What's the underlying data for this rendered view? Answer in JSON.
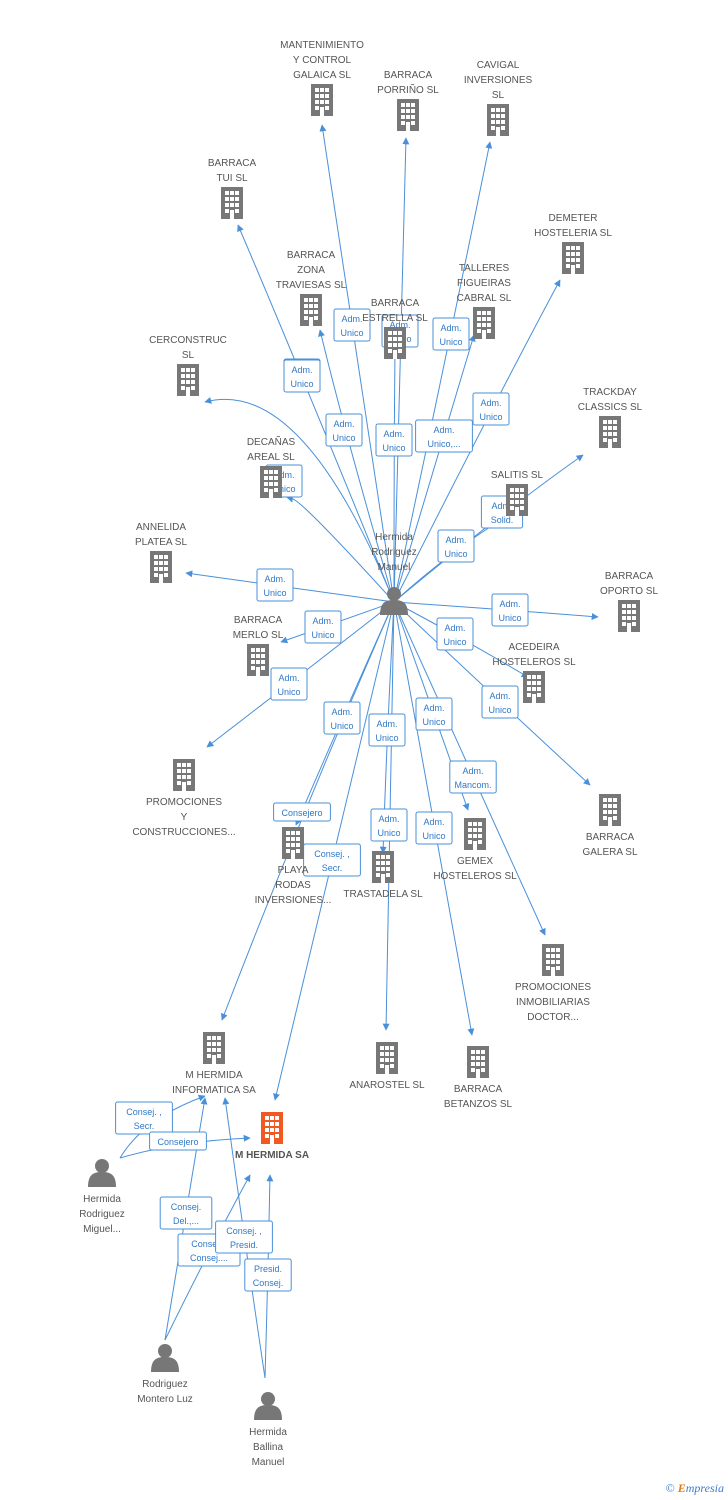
{
  "colors": {
    "edge": "#4a90d9",
    "company": "#777777",
    "highlight": "#f05a22",
    "person": "#777777"
  },
  "nodes": [
    {
      "id": "hermida_rm",
      "type": "person",
      "name": "hermida-rodriguez-manuel-node",
      "label": [
        "Hermida",
        "Rodriguez",
        "Manuel"
      ]
    },
    {
      "id": "hermida_rmig",
      "type": "person",
      "name": "hermida-rodriguez-miguel-node",
      "label": [
        "Hermida",
        "Rodriguez",
        "Miguel..."
      ]
    },
    {
      "id": "rodriguez_ml",
      "type": "person",
      "name": "rodriguez-montero-luz-node",
      "label": [
        "Rodriguez",
        "Montero Luz"
      ]
    },
    {
      "id": "hermida_bm",
      "type": "person",
      "name": "hermida-ballina-manuel-node",
      "label": [
        "Hermida",
        "Ballina",
        "Manuel"
      ]
    },
    {
      "id": "mantenimiento",
      "type": "company",
      "name": "mantenimiento-node",
      "label": [
        "MANTENIMIENTO",
        "Y CONTROL",
        "GALAICA SL"
      ]
    },
    {
      "id": "porrino",
      "type": "company",
      "name": "barraca-porrino-node",
      "label": [
        "BARRACA",
        "PORRIÑO SL"
      ]
    },
    {
      "id": "cavigal",
      "type": "company",
      "name": "cavigal-node",
      "label": [
        "CAVIGAL",
        "INVERSIONES",
        "SL"
      ]
    },
    {
      "id": "tui",
      "type": "company",
      "name": "barraca-tui-node",
      "label": [
        "BARRACA",
        "TUI SL"
      ]
    },
    {
      "id": "demeter",
      "type": "company",
      "name": "demeter-node",
      "label": [
        "DEMETER",
        "HOSTELERIA SL"
      ]
    },
    {
      "id": "zona",
      "type": "company",
      "name": "barraca-zona-node",
      "label": [
        "BARRACA",
        "ZONA",
        "TRAVIESAS SL"
      ]
    },
    {
      "id": "talleres",
      "type": "company",
      "name": "talleres-node",
      "label": [
        "TALLERES",
        "FIGUEIRAS",
        "CABRAL  SL"
      ]
    },
    {
      "id": "estrella",
      "type": "company",
      "name": "barraca-estrella-node",
      "label": [
        "BARRACA",
        "ESTRELLA SL"
      ]
    },
    {
      "id": "cerconstruc",
      "type": "company",
      "name": "cerconstruc-node",
      "label": [
        "CERCONSTRUC",
        "SL"
      ]
    },
    {
      "id": "trackday",
      "type": "company",
      "name": "trackday-node",
      "label": [
        "TRACKDAY",
        "CLASSICS SL"
      ]
    },
    {
      "id": "decanas",
      "type": "company",
      "name": "decanas-node",
      "label": [
        "DECAÑAS",
        "AREAL SL"
      ]
    },
    {
      "id": "salitis",
      "type": "company",
      "name": "salitis-node",
      "label": [
        "SALITIS  SL"
      ]
    },
    {
      "id": "annelida",
      "type": "company",
      "name": "annelida-node",
      "label": [
        "ANNELIDA",
        "PLATEA SL"
      ]
    },
    {
      "id": "oporto",
      "type": "company",
      "name": "barraca-oporto-node",
      "label": [
        "BARRACA",
        "OPORTO SL"
      ]
    },
    {
      "id": "merlo",
      "type": "company",
      "name": "barraca-merlo-node",
      "label": [
        "BARRACA",
        "MERLO SL"
      ]
    },
    {
      "id": "acedeira",
      "type": "company",
      "name": "acedeira-node",
      "label": [
        "ACEDEIRA",
        "HOSTELEROS SL"
      ]
    },
    {
      "id": "promociones_c",
      "type": "company",
      "name": "promociones-construcciones-node",
      "label": [
        "PROMOCIONES",
        "Y",
        "CONSTRUCCIONES..."
      ]
    },
    {
      "id": "galera",
      "type": "company",
      "name": "barraca-galera-node",
      "label": [
        "BARRACA",
        "GALERA SL"
      ]
    },
    {
      "id": "playa",
      "type": "company",
      "name": "playa-rodas-node",
      "label": [
        "PLAYA",
        "RODAS",
        "INVERSIONES..."
      ]
    },
    {
      "id": "trastadela",
      "type": "company",
      "name": "trastadela-node",
      "label": [
        "TRASTADELA SL"
      ]
    },
    {
      "id": "gemex",
      "type": "company",
      "name": "gemex-node",
      "label": [
        "GEMEX",
        "HOSTELEROS SL"
      ]
    },
    {
      "id": "promociones_i",
      "type": "company",
      "name": "promociones-inmobiliarias-node",
      "label": [
        "PROMOCIONES",
        "INMOBILIARIAS",
        "DOCTOR..."
      ]
    },
    {
      "id": "mhi",
      "type": "company",
      "name": "m-hermida-informatica-node",
      "label": [
        "M HERMIDA",
        "INFORMATICA SA"
      ]
    },
    {
      "id": "anarostel",
      "type": "company",
      "name": "anarostel-node",
      "label": [
        "ANAROSTEL SL"
      ]
    },
    {
      "id": "betanzos",
      "type": "company",
      "name": "barraca-betanzos-node",
      "label": [
        "BARRACA",
        "BETANZOS  SL"
      ]
    },
    {
      "id": "mhsa",
      "type": "company",
      "name": "m-hermida-sa-node",
      "highlight": true,
      "label": [
        "M HERMIDA SA"
      ]
    }
  ],
  "relations": [
    {
      "label": [
        "Adm.",
        "Unico"
      ],
      "from": "hermida_rm",
      "to": "tui"
    },
    {
      "label": [
        "Adm.",
        "Unico"
      ],
      "from": "hermida_rm",
      "to": "mantenimiento"
    },
    {
      "label": [
        "Adm.",
        "Unico"
      ],
      "from": "hermida_rm",
      "to": "porrino"
    },
    {
      "label": [
        "Adm.",
        "Unico"
      ],
      "from": "hermida_rm",
      "to": "cavigal"
    },
    {
      "label": [
        "Adm.",
        "Unico"
      ],
      "from": "hermida_rm",
      "to": "zona"
    },
    {
      "label": [
        "Adm.",
        "Unico"
      ],
      "from": "hermida_rm",
      "to": "estrella"
    },
    {
      "label": [
        "Adm.",
        "Unico,..."
      ],
      "from": "hermida_rm",
      "to": "talleres"
    },
    {
      "label": [
        "Adm.",
        "Unico"
      ],
      "from": "hermida_rm",
      "to": "demeter"
    },
    {
      "label": [
        "Adm.",
        "Unico"
      ],
      "from": "hermida_rm",
      "to": "cerconstruc"
    },
    {
      "label": [
        "Adm.",
        "Unico"
      ],
      "from": "hermida_rm",
      "to": "decanas"
    },
    {
      "label": [
        "Adm.",
        "Solid."
      ],
      "from": "hermida_rm",
      "to": "trackday"
    },
    {
      "label": [
        "Adm.",
        "Unico"
      ],
      "from": "hermida_rm",
      "to": "salitis"
    },
    {
      "label": [
        "Adm.",
        "Unico"
      ],
      "from": "hermida_rm",
      "to": "annelida"
    },
    {
      "label": [
        "Adm.",
        "Unico"
      ],
      "from": "hermida_rm",
      "to": "oporto"
    },
    {
      "label": [
        "Adm.",
        "Unico"
      ],
      "from": "hermida_rm",
      "to": "merlo"
    },
    {
      "label": [
        "Adm.",
        "Unico"
      ],
      "from": "hermida_rm",
      "to": "acedeira"
    },
    {
      "label": [
        "Adm.",
        "Unico"
      ],
      "from": "hermida_rm",
      "to": "promociones_c"
    },
    {
      "label": [
        "Adm.",
        "Unico"
      ],
      "from": "hermida_rm",
      "to": "galera"
    },
    {
      "label": [
        "Adm.",
        "Unico"
      ],
      "from": "hermida_rm",
      "to": "playa"
    },
    {
      "label": [
        "Adm.",
        "Unico"
      ],
      "from": "hermida_rm",
      "to": "trastadela"
    },
    {
      "label": [
        "Adm.",
        "Unico"
      ],
      "from": "hermida_rm",
      "to": "gemex"
    },
    {
      "label": [
        "Adm.",
        "Mancom."
      ],
      "from": "hermida_rm",
      "to": "promociones_i"
    },
    {
      "label": [
        "Consejero"
      ],
      "from": "hermida_rm",
      "to": "mhi"
    },
    {
      "label": [
        "Consej. ,",
        "Secr."
      ],
      "from": "hermida_rm",
      "to": "mhsa"
    },
    {
      "label": [
        "Adm.",
        "Unico"
      ],
      "from": "hermida_rm",
      "to": "anarostel"
    },
    {
      "label": [
        "Adm.",
        "Unico"
      ],
      "from": "hermida_rm",
      "to": "betanzos"
    },
    {
      "label": [
        "Consej. ,",
        "Secr."
      ],
      "from": "hermida_rmig",
      "to": "mhi"
    },
    {
      "label": [
        "Consejero"
      ],
      "from": "hermida_rmig",
      "to": "mhsa"
    },
    {
      "label": [
        "Consej.",
        "Del.,..."
      ],
      "from": "rodriguez_ml",
      "to": "mhi"
    },
    {
      "label": [
        "Consej. ,",
        "Consej...."
      ],
      "from": "rodriguez_ml",
      "to": "mhsa"
    },
    {
      "label": [
        "Consej. ,",
        "Presid."
      ],
      "from": "hermida_bm",
      "to": "mhi"
    },
    {
      "label": [
        "Presid.",
        "Consej."
      ],
      "from": "hermida_bm",
      "to": "mhsa"
    }
  ],
  "footer": {
    "copyright": "©",
    "brand_e": "E",
    "brand_rest": "mpresia"
  }
}
